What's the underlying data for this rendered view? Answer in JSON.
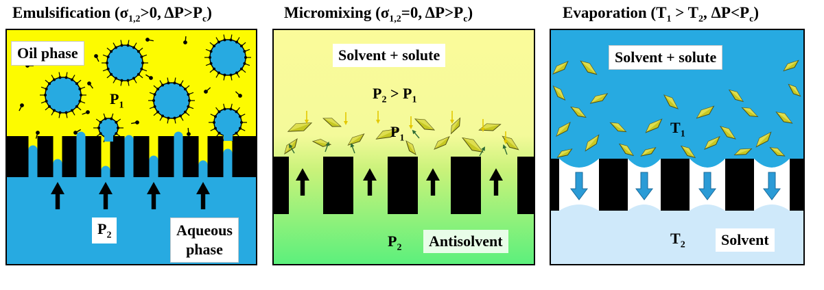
{
  "panels": {
    "emulsification": {
      "title_main": "Emulsification (σ",
      "title_sub1": "1,2",
      "title_mid": ">0, ΔP>P",
      "title_sub2": "c",
      "title_end": ")",
      "oil_phase": "Oil phase",
      "p1_main": "P",
      "p1_sub": "1",
      "p2_main": "P",
      "p2_sub": "2",
      "aqueous_line1": "Aqueous",
      "aqueous_line2": "phase",
      "colors": {
        "oil": "#fdfb00",
        "aqueous": "#27aae1",
        "membrane": "#000000"
      }
    },
    "micromixing": {
      "title_main": "Micromixing (σ",
      "title_sub1": "1,2",
      "title_mid": "=0, ΔP>P",
      "title_sub2": "c",
      "title_end": ")",
      "solvent_solute": "Solvent + solute",
      "pressure_a": "P",
      "pressure_a_sub": "2",
      "pressure_op": " > ",
      "pressure_b": "P",
      "pressure_b_sub": "1",
      "p1_main": "P",
      "p1_sub": "1",
      "p2_main": "P",
      "p2_sub": "2",
      "antisolvent": "Antisolvent",
      "colors": {
        "top": "#fbfb9a",
        "bottom": "#5cf07c",
        "crystal": "#c6c823"
      }
    },
    "evaporation": {
      "title_main": "Evaporation (T",
      "title_sub1": "1",
      "title_mid": " > T",
      "title_sub2": "2",
      "title_mid2": ", ΔP<P",
      "title_sub3": "c",
      "title_end": ")",
      "solvent_solute": "Solvent + solute",
      "t1_main": "T",
      "t1_sub": "1",
      "t2_main": "T",
      "t2_sub": "2",
      "solvent": "Solvent",
      "colors": {
        "top": "#27aae1",
        "bottom": "#cfe9fa",
        "arrow": "#2b9bd6"
      }
    }
  }
}
